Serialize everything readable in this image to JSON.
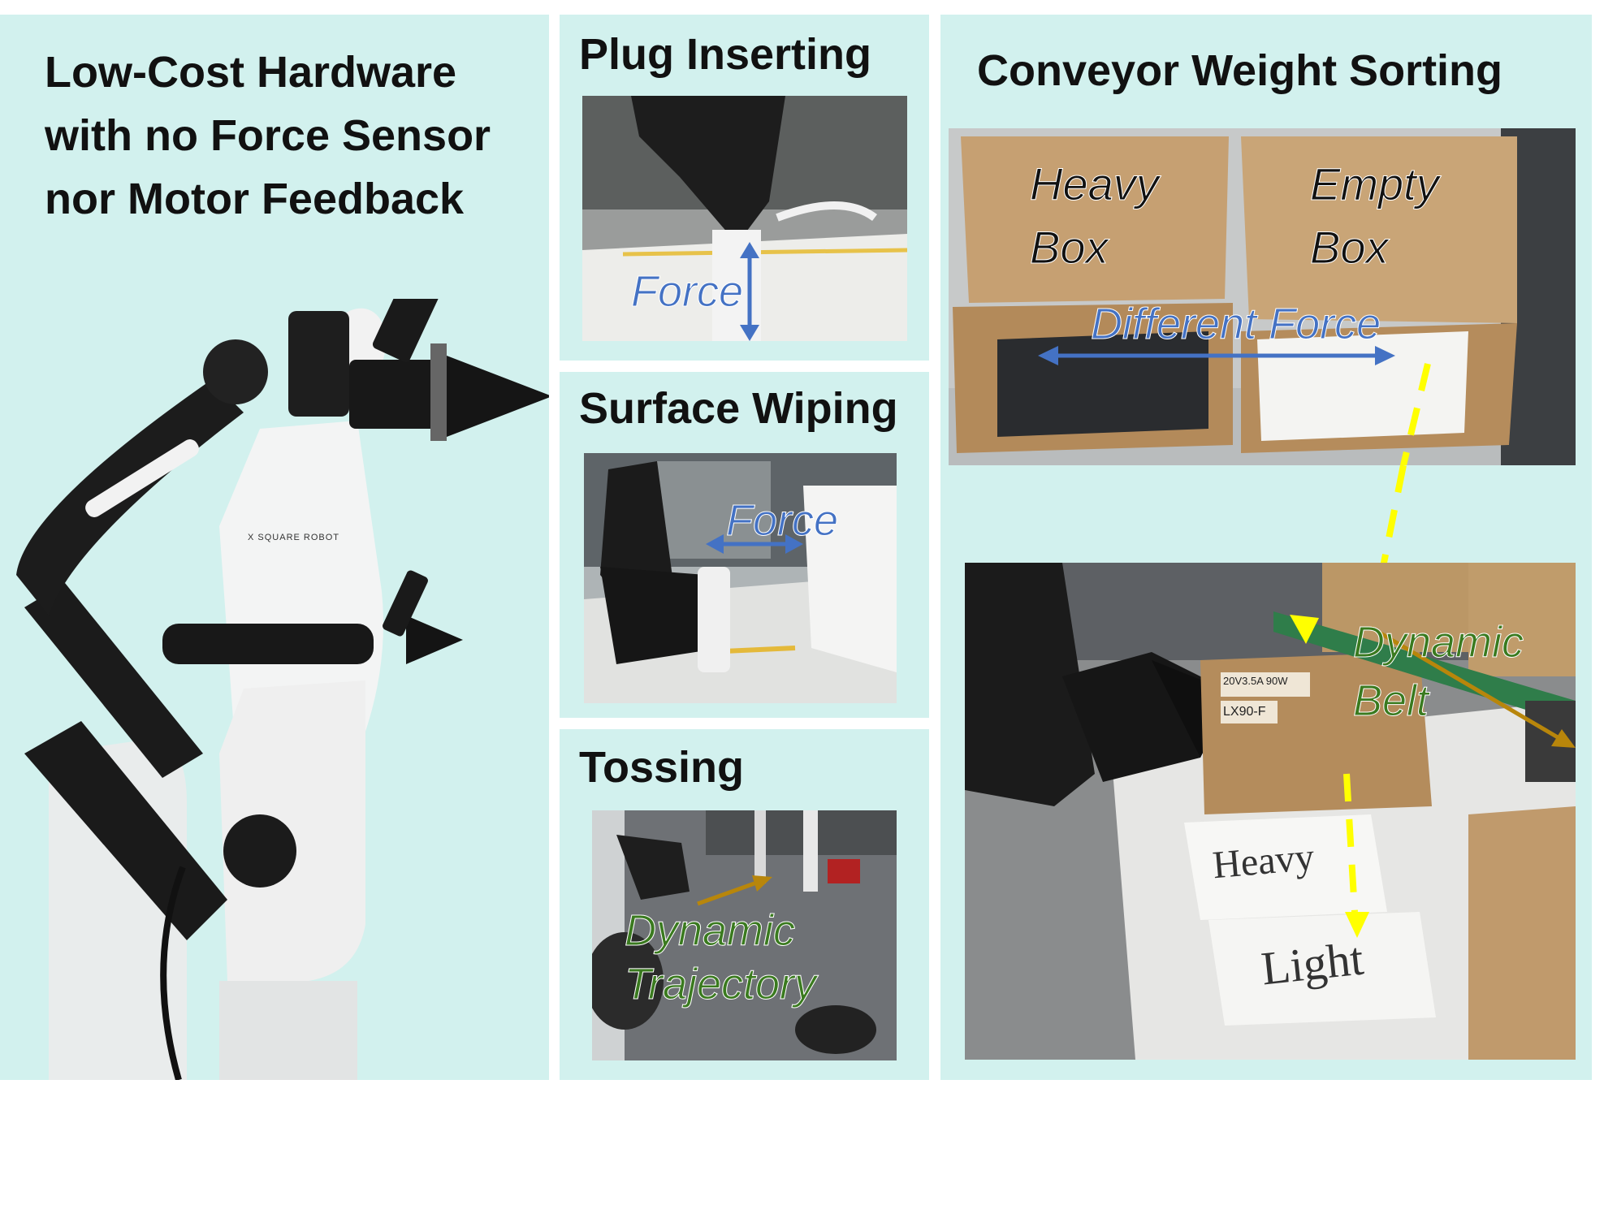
{
  "panels": {
    "hardware": {
      "title_lines": [
        "Low-Cost Hardware",
        "with no Force Sensor",
        "nor Motor Feedback"
      ]
    },
    "plug": {
      "title": "Plug Inserting",
      "label": "Force"
    },
    "wiping": {
      "title": "Surface Wiping",
      "label": "Force"
    },
    "tossing": {
      "title": "Tossing",
      "label_lines": [
        "Dynamic",
        "Trajectory"
      ]
    },
    "conveyor": {
      "title": "Conveyor Weight Sorting",
      "box_heavy": [
        "Heavy",
        "Box"
      ],
      "box_empty": [
        "Empty",
        "Box"
      ],
      "force_label": "Different Force",
      "belt_label": [
        "Dynamic",
        "Belt"
      ],
      "sign_heavy": "Heavy",
      "sign_light": "Light",
      "product_code": "LX90-F",
      "product_spec": "20V3.5A 90W"
    }
  },
  "robot_brand": "X SQUARE ROBOT",
  "colors": {
    "panel_bg": "#d2f1ee",
    "force_blue": "#4472c4",
    "dynamic_green": "#3a7a1f",
    "trajectory_arrow": "#b8860b",
    "path_yellow": "#ffff00"
  }
}
